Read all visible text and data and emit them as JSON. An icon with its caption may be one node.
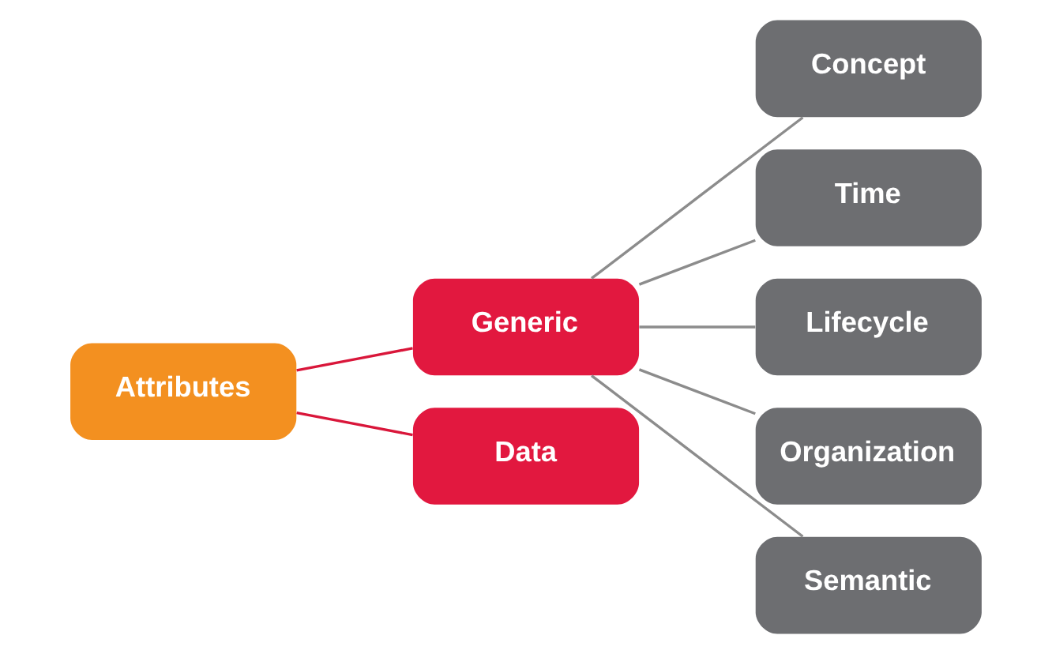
{
  "diagram": {
    "nodes": [
      {
        "text": [
          "Attributes"
        ]
      },
      {
        "text": [
          "Generic"
        ]
      },
      {
        "text": [
          "Data"
        ]
      },
      {
        "text": [
          "Concept"
        ]
      },
      {
        "text": [
          "Time"
        ]
      },
      {
        "text": [
          "Lifecycle"
        ]
      },
      {
        "text": [
          "Organization"
        ]
      },
      {
        "text": [
          "Semantic"
        ]
      }
    ],
    "edges": [
      {
        "from": 0,
        "to": 1,
        "arrow": "none",
        "color": "#d9163a"
      },
      {
        "from": 0,
        "to": 2,
        "arrow": "none",
        "color": "#d9163a"
      },
      {
        "from": 1,
        "to": 3,
        "arrow": "none",
        "color": "#8c8c8c"
      },
      {
        "from": 1,
        "to": 4,
        "arrow": "none",
        "color": "#8c8c8c"
      },
      {
        "from": 1,
        "to": 5,
        "arrow": "none",
        "color": "#8c8c8c"
      },
      {
        "from": 1,
        "to": 6,
        "arrow": "none",
        "color": "#8c8c8c"
      },
      {
        "from": 1,
        "to": 7,
        "arrow": "none",
        "color": "#8c8c8c"
      }
    ]
  }
}
